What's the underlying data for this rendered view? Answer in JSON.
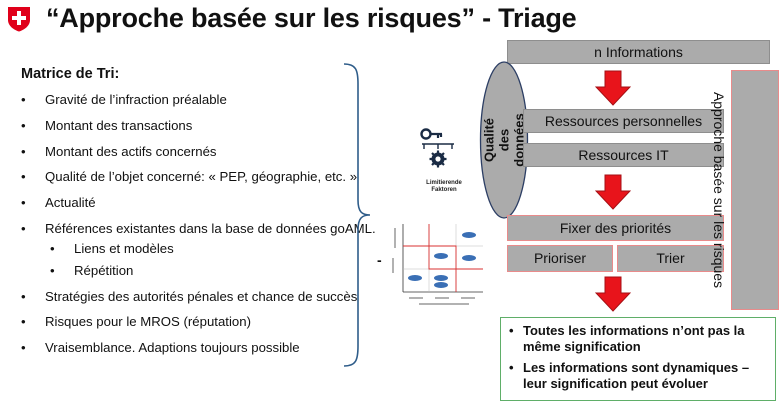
{
  "header": {
    "title": "“Approche basée sur les risques” - Triage",
    "logo": "swiss-cross-logo"
  },
  "matrix": {
    "title": "Matrice de Tri:",
    "criteria": [
      "Gravité de l’infraction préalable",
      "Montant des transactions",
      "Montant des actifs concernés",
      "Qualité de l’objet concerné: « PEP, géographie, etc. »",
      "Actualité",
      "Références existantes dans la base de données goAML.",
      "Liens et modèles",
      "Répétition",
      "Stratégies des autorités pénales et chance de succès",
      "Risques pour le MROS (réputation)",
      "Vraisemblance. Adaptions toujours possible"
    ]
  },
  "center": {
    "limiting_label": "Limitierende Faktoren",
    "dash": "-"
  },
  "diagram": {
    "n_informations": "n Informations",
    "qualite": "Qualité des données",
    "ressources_personnelles": "Ressources personnelles",
    "ressources_it": "Ressources IT",
    "fixer_priorites": "Fixer des priorités",
    "prioriser": "Prioriser",
    "trier": "Trier",
    "approche_vertical": "Approche basée sur les risques",
    "conclusions": [
      "Toutes les informations n’ont pas la même signification",
      "Les informations sont dynamiques – leur signification peut évoluer"
    ]
  },
  "colors": {
    "arrow_red": "#e8141b",
    "grey_box": "#ababab",
    "green_border": "#5fae68",
    "pink_border": "#e98b8b",
    "swiss_red": "#e0001a"
  }
}
